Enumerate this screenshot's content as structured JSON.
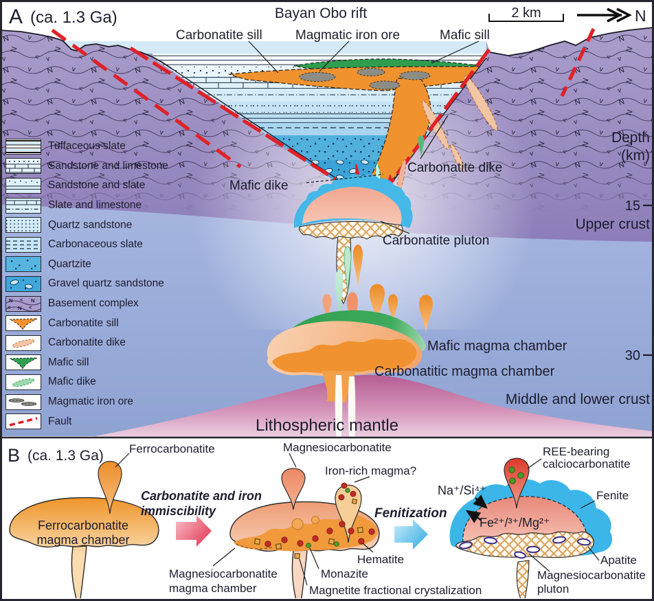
{
  "colors": {
    "text_dark": "#1d1d2e",
    "fault_red": "#e02127",
    "carbonatite_orange": "#f0922e",
    "carbonatite_dike_tan": "#f2c5a4",
    "mafic_green": "#2f9e4f",
    "mafic_dike_light": "#9ed8ae",
    "iron_ore_gray": "#8d8d85",
    "fenite_blue": "#3cb6e8",
    "pluton_rim_blue": "#45b8e8",
    "mantle_pink": "#b55c92",
    "upper_crust_purple": "#9d8ec4",
    "mid_crust_blue": "#9cafdb",
    "hematite_red": "#c22c24",
    "monazite_green": "#4f9e2a",
    "apatite_purple": "#3a2c8e",
    "arrow_red": "#e2304a",
    "arrow_blue": "#2fa9e1"
  },
  "panel_a": {
    "label": "A",
    "age": "(ca. 1.3 Ga)",
    "title": "Bayan Obo rift",
    "scale_label": "2 km",
    "north_label": "N",
    "depth_label_line1": "Depth",
    "depth_label_line2": "(km)",
    "depth_tick_15": "15",
    "depth_tick_30": "30",
    "upper_crust": "Upper crust",
    "middle_lower_crust": "Middle and lower crust",
    "lithospheric_mantle": "Lithospheric mantle",
    "ann_carbonatite_sill": "Carbonatite sill",
    "ann_magmatic_iron_ore": "Magmatic iron ore",
    "ann_mafic_sill": "Mafic sill",
    "ann_carbonatite_dike": "Carbonatite dike",
    "ann_mafic_dike": "Mafic dike",
    "ann_carbonatite_pluton": "Carbonatite pluton",
    "ann_mafic_magma_chamber": "Mafic magma chamber",
    "ann_carbonatitic_magma_chamber": "Carbonatitic magma chamber",
    "legend": {
      "items": [
        {
          "key": "tuffaceous-slate",
          "label": "Tuffaceous slate"
        },
        {
          "key": "sandstone-limestone",
          "label": "Sandstone and limestone"
        },
        {
          "key": "sandstone-slate",
          "label": "Sandstone and slate"
        },
        {
          "key": "slate-limestone",
          "label": "Slate and limestone"
        },
        {
          "key": "quartz-sandstone",
          "label": "Quartz sandstone"
        },
        {
          "key": "carbonaceous-slate",
          "label": "Carbonaceous slate"
        },
        {
          "key": "quartzite",
          "label": "Quartzite"
        },
        {
          "key": "gravel-quartz-sandstone",
          "label": "Gravel quartz sandstone"
        },
        {
          "key": "basement-complex",
          "label": "Basement complex"
        },
        {
          "key": "carbonatite-sill",
          "label": "Carbonatite sill"
        },
        {
          "key": "carbonatite-dike",
          "label": "Carbonatite dike"
        },
        {
          "key": "mafic-sill",
          "label": "Mafic sill"
        },
        {
          "key": "mafic-dike",
          "label": "Mafic dike"
        },
        {
          "key": "magmatic-iron-ore",
          "label": "Magmatic iron ore"
        },
        {
          "key": "fault",
          "label": "Fault"
        }
      ]
    }
  },
  "panel_b": {
    "label": "B",
    "age": "(ca. 1.3 Ga)",
    "stage1_drop": "Ferrocarbonatite",
    "stage1_chamber_line1": "Ferrocarbonatite",
    "stage1_chamber_line2": "magma chamber",
    "process1_line1": "Carbonatite and iron",
    "process1_line2": "immiscibility",
    "stage2_drop1": "Magnesiocarbonatite",
    "stage2_drop2": "Iron-rich magma?",
    "stage2_chamber_line1": "Magnesiocarbonatite",
    "stage2_chamber_line2": "magma chamber",
    "stage2_hematite": "Hematite",
    "stage2_monazite": "Monazite",
    "stage2_magnetite": "Magnetite fractional crystalization",
    "process2": "Fenitization",
    "stage3_drop_line1": "REE-bearing",
    "stage3_drop_line2": "calciocarbonatite",
    "stage3_fenite": "Fenite",
    "stage3_na_si": "Na⁺/Si⁴⁺",
    "stage3_fe_mg": "Fe²⁺/³⁺/Mg²⁺",
    "stage3_apatite": "Apatite",
    "stage3_pluton_line1": "Magnesiocarbonatite",
    "stage3_pluton_line2": "pluton"
  }
}
